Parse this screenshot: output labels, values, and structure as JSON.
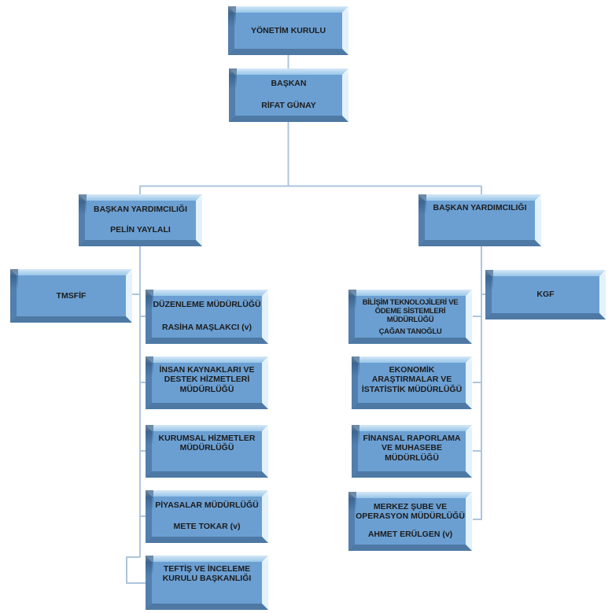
{
  "org": {
    "nodes": {
      "yonetim_kurulu": {
        "title": "YÖNETİM KURULU",
        "person": ""
      },
      "baskan": {
        "title": "BAŞKAN",
        "person": "RİFAT GÜNAY"
      },
      "baskan_yard_sol": {
        "title": "BAŞKAN YARDIMCILIĞI",
        "person": "PELİN YAYLALI"
      },
      "baskan_yard_sag": {
        "title": "BAŞKAN YARDIMCILIĞI",
        "person": ""
      },
      "tmsfif": {
        "title": "TMSFİF",
        "person": ""
      },
      "kgf": {
        "title": "KGF",
        "person": ""
      },
      "duzenleme": {
        "title": "DÜZENLEME MÜDÜRLÜĞÜ",
        "person": "RASİHA MAŞLAKCI (v)"
      },
      "insan_kaynaklari": {
        "title": "İNSAN KAYNAKLARI VE\nDESTEK HİZMETLERİ\nMÜDÜRLÜĞÜ",
        "person": ""
      },
      "kurumsal": {
        "title": "KURUMSAL HİZMETLER\nMÜDÜRLÜĞÜ",
        "person": ""
      },
      "piyasalar": {
        "title": "PİYASALAR MÜDÜRLÜĞÜ",
        "person": "METE TOKAR (v)"
      },
      "teftis": {
        "title": "TEFTİŞ VE İNCELEME\nKURULU BAŞKANLIĞI",
        "person": ""
      },
      "bilisim": {
        "title": "BİLİŞİM TEKNOLOJİLERİ VE\nÖDEME SİSTEMLERİ\nMÜDÜRLÜĞÜ",
        "person": "ÇAĞAN TANOĞLU"
      },
      "ekonomik": {
        "title": "EKONOMİK\nARAŞTIRMALAR VE\nİSTATİSTİK MÜDÜRLÜĞÜ",
        "person": ""
      },
      "finansal": {
        "title": "FİNANSAL RAPORLAMA\nVE MUHASEBE\nMÜDÜRLÜĞÜ",
        "person": ""
      },
      "merkez_sube": {
        "title": "MERKEZ ŞUBE VE\nOPERASYON MÜDÜRLÜĞÜ",
        "person": "AHMET ERÜLGEN (v)"
      }
    },
    "colors": {
      "box_fill": "#6b9fd2",
      "bevel_light": "#92c2e8",
      "bevel_dark": "#4d79a4",
      "connector": "#adc5dd",
      "text": "#1c1c1c"
    }
  }
}
